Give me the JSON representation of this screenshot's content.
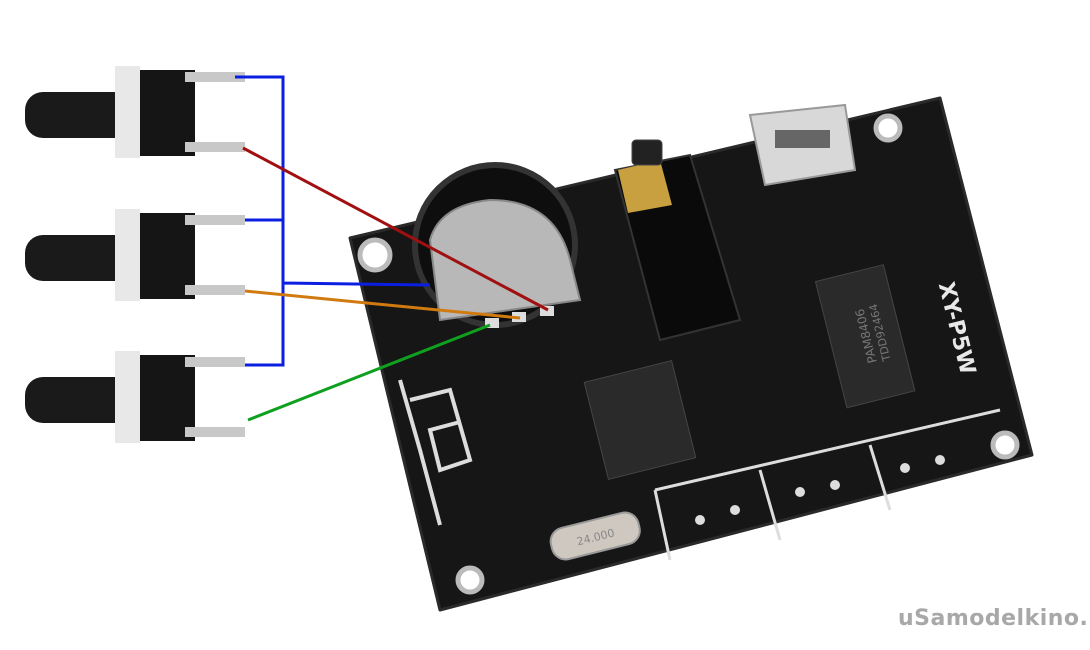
{
  "board": {
    "label": "XY-P5W",
    "amp_chip": "PAM8406",
    "amp_chip_code": "TDD92464",
    "crystal_label": "24.000"
  },
  "buttons": [
    {
      "name": "button-1"
    },
    {
      "name": "button-2"
    },
    {
      "name": "button-3"
    }
  ],
  "wires": {
    "common": {
      "color": "#0a1fe0"
    },
    "button1": {
      "color": "#a01010"
    },
    "button2": {
      "color": "#d07a10"
    },
    "button3": {
      "color": "#10a020"
    }
  },
  "watermark": "uSamodelkino.ru"
}
